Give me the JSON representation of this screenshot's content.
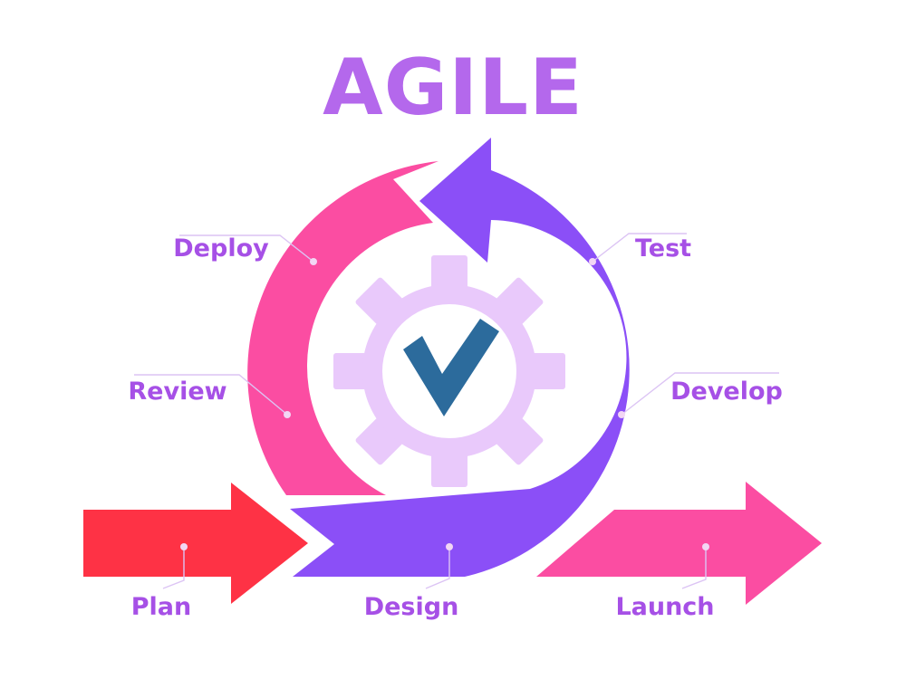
{
  "title": "AGILE",
  "stages": {
    "deploy": "Deploy",
    "review": "Review",
    "test": "Test",
    "develop": "Develop",
    "plan": "Plan",
    "design": "Design",
    "launch": "Launch"
  },
  "icons": {
    "center": "gear-icon",
    "check": "checkmark-icon"
  },
  "colors": {
    "title": "#b468ec",
    "label": "#a650e6",
    "leader": "#dcc4f4",
    "dot": "#f2d6f4",
    "pink": "#fb4da2",
    "purple": "#8b4ff7",
    "red": "#fe3245",
    "gear": "#e9c9fb",
    "check": "#2c6b9c"
  }
}
